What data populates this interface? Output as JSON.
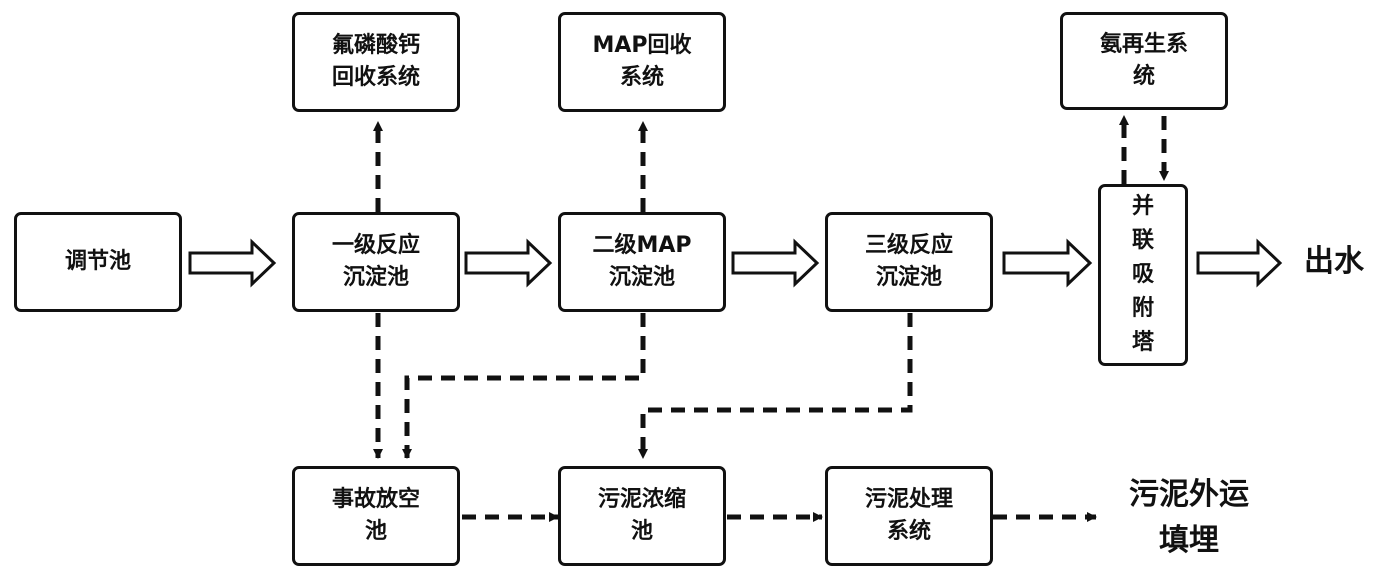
{
  "nodes": {
    "regulating_tank": {
      "lines": [
        "调节池"
      ]
    },
    "primary_reaction_tank": {
      "lines": [
        "一级反应",
        "沉淀池"
      ]
    },
    "secondary_map_tank": {
      "lines": [
        "二级MAP",
        "沉淀池"
      ]
    },
    "tertiary_reaction_tank": {
      "lines": [
        "三级反应",
        "沉淀池"
      ]
    },
    "parallel_adsorption_tower": {
      "lines": [
        "并",
        "联",
        "吸",
        "附",
        "塔"
      ]
    },
    "fluorapatite_recovery": {
      "lines": [
        "氟磷酸钙",
        "回收系统"
      ]
    },
    "map_recovery": {
      "lines": [
        "MAP回收",
        "系统"
      ]
    },
    "ammonia_regeneration": {
      "lines": [
        "氨再生系",
        "统"
      ]
    },
    "emergency_tank": {
      "lines": [
        "事故放空",
        "池"
      ]
    },
    "sludge_thickening": {
      "lines": [
        "污泥浓缩",
        "池"
      ]
    },
    "sludge_treatment": {
      "lines": [
        "污泥处理",
        "系统"
      ]
    }
  },
  "outputs": {
    "effluent": "出水",
    "sludge_disposal": [
      "污泥外运",
      "填埋"
    ]
  },
  "edges": [
    {
      "from": "regulating_tank",
      "to": "primary_reaction_tank",
      "style": "hollow-arrow"
    },
    {
      "from": "primary_reaction_tank",
      "to": "secondary_map_tank",
      "style": "hollow-arrow"
    },
    {
      "from": "secondary_map_tank",
      "to": "tertiary_reaction_tank",
      "style": "hollow-arrow"
    },
    {
      "from": "tertiary_reaction_tank",
      "to": "parallel_adsorption_tower",
      "style": "hollow-arrow"
    },
    {
      "from": "parallel_adsorption_tower",
      "to": "effluent",
      "style": "hollow-arrow"
    },
    {
      "from": "primary_reaction_tank",
      "to": "fluorapatite_recovery",
      "style": "dashed"
    },
    {
      "from": "secondary_map_tank",
      "to": "map_recovery",
      "style": "dashed"
    },
    {
      "from": "parallel_adsorption_tower",
      "to": "ammonia_regeneration",
      "style": "dashed"
    },
    {
      "from": "ammonia_regeneration",
      "to": "parallel_adsorption_tower",
      "style": "dashed"
    },
    {
      "from": "primary_reaction_tank",
      "to": "emergency_tank",
      "style": "dashed"
    },
    {
      "from": "secondary_map_tank",
      "to": "emergency_tank",
      "style": "dashed"
    },
    {
      "from": "tertiary_reaction_tank",
      "to": "sludge_thickening",
      "style": "dashed"
    },
    {
      "from": "emergency_tank",
      "to": "sludge_thickening",
      "style": "dashed"
    },
    {
      "from": "sludge_thickening",
      "to": "sludge_treatment",
      "style": "dashed"
    },
    {
      "from": "sludge_treatment",
      "to": "sludge_disposal",
      "style": "dashed"
    }
  ],
  "colors": {
    "stroke": "#111111",
    "background": "#ffffff"
  }
}
